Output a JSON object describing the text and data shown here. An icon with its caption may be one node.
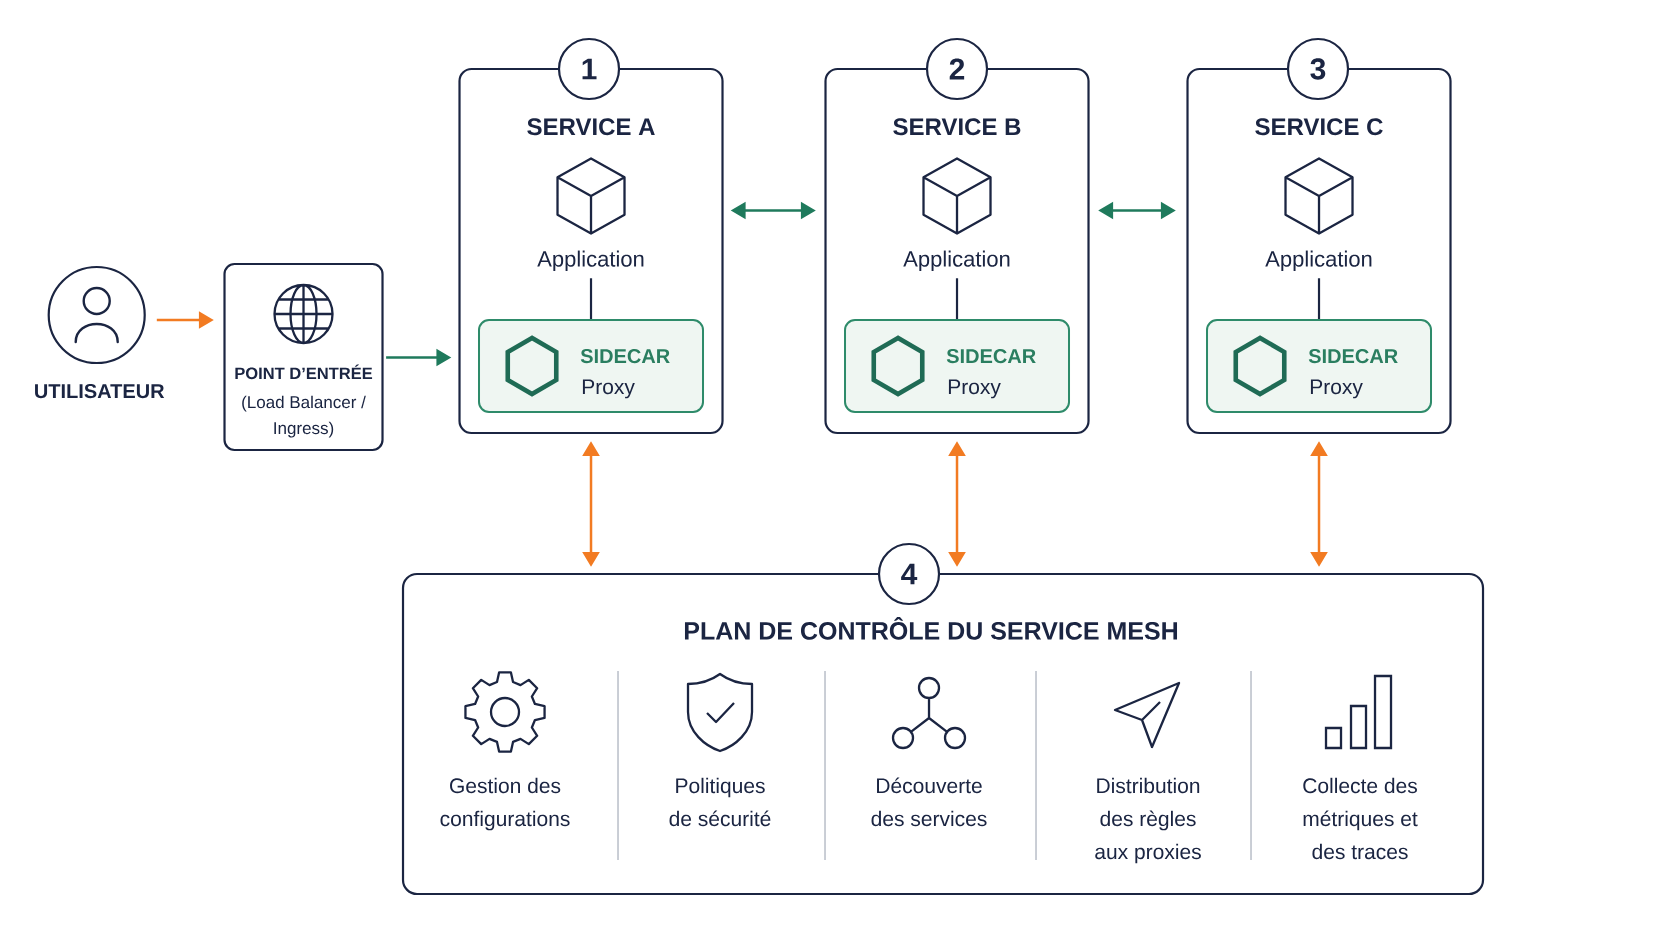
{
  "diagram": {
    "nodes": [
      {
        "text": [
          "UTILISATEUR"
        ]
      },
      {
        "text": [
          "POINT D’ENTRÉE",
          "(Load Balancer / Ingress)"
        ]
      },
      {
        "text": [
          "1"
        ]
      },
      {
        "text": [
          "SERVICE A"
        ]
      },
      {
        "text": [
          "Application"
        ],
        "in": 3
      },
      {
        "text": [
          "SIDECAR",
          "Proxy"
        ],
        "in": 3
      },
      {
        "text": [
          "2"
        ]
      },
      {
        "text": [
          "SERVICE B"
        ]
      },
      {
        "text": [
          "Application"
        ],
        "in": 7
      },
      {
        "text": [
          "SIDECAR",
          "Proxy"
        ],
        "in": 7
      },
      {
        "text": [
          "3"
        ]
      },
      {
        "text": [
          "SERVICE C"
        ]
      },
      {
        "text": [
          "Application"
        ],
        "in": 11
      },
      {
        "text": [
          "SIDECAR",
          "Proxy"
        ],
        "in": 11
      },
      {
        "text": [
          "4"
        ]
      },
      {
        "text": [
          "PLAN DE CONTRÔLE DU SERVICE MESH"
        ]
      }
    ],
    "edges": [
      {
        "from": 0,
        "to": 1,
        "arrow": "to",
        "color": "#f27b22"
      },
      {
        "from": 1,
        "to": 3,
        "arrow": "to",
        "color": "#1f7a5c"
      },
      {
        "from": 3,
        "to": 7,
        "arrow": "both",
        "color": "#1f7a5c"
      },
      {
        "from": 7,
        "to": 11,
        "arrow": "both",
        "color": "#1f7a5c"
      },
      {
        "from": 4,
        "to": 5,
        "arrow": "none",
        "color": "#1b2542"
      },
      {
        "from": 8,
        "to": 9,
        "arrow": "none",
        "color": "#1b2542"
      },
      {
        "from": 12,
        "to": 13,
        "arrow": "none",
        "color": "#1b2542"
      },
      {
        "from": 3,
        "to": 15,
        "arrow": "both",
        "color": "#f27b22"
      },
      {
        "from": 7,
        "to": 15,
        "arrow": "both",
        "color": "#f27b22"
      },
      {
        "from": 11,
        "to": 15,
        "arrow": "both",
        "color": "#f27b22"
      }
    ],
    "labels": [
      "Gestion des configurations",
      "Politiques de sécurité",
      "Découverte des services",
      "Distribution des règles aux proxies",
      "Collecte des métriques et des traces"
    ]
  }
}
